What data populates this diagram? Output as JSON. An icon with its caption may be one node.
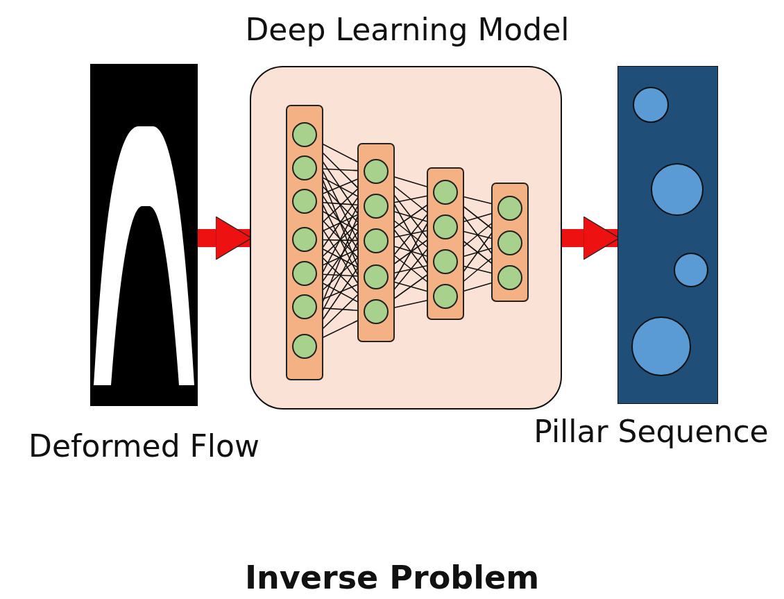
{
  "diagram": {
    "caption": "Inverse Problem",
    "nodes": [
      {
        "text": [
          "Deformed Flow"
        ]
      },
      {
        "text": [
          "Deep Learning Model"
        ]
      },
      {
        "text": [
          "Pillar Sequence"
        ]
      },
      {
        "text": [],
        "shape": "picture",
        "in": 1
      }
    ],
    "edges": [
      {
        "from": 0,
        "to": 1,
        "arrow": "to"
      },
      {
        "from": 1,
        "to": 2,
        "arrow": "to"
      }
    ]
  }
}
